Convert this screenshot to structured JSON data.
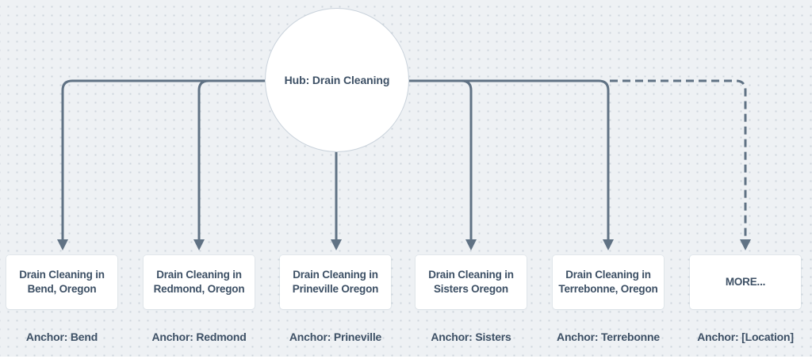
{
  "diagram": {
    "hub": {
      "label": "Hub: Drain Cleaning"
    },
    "nodes": [
      {
        "line1": "Drain Cleaning in",
        "line2": "Bend, Oregon",
        "anchor": "Anchor: Bend"
      },
      {
        "line1": "Drain Cleaning in",
        "line2": "Redmond, Oregon",
        "anchor": "Anchor: Redmond"
      },
      {
        "line1": "Drain Cleaning in",
        "line2": "Prineville Oregon",
        "anchor": "Anchor: Prineville"
      },
      {
        "line1": "Drain Cleaning in",
        "line2": "Sisters Oregon",
        "anchor": "Anchor: Sisters"
      },
      {
        "line1": "Drain Cleaning in",
        "line2": "Terrebonne, Oregon",
        "anchor": "Anchor: Terrebonne"
      },
      {
        "line1": "MORE...",
        "line2": "",
        "anchor": "Anchor: [Location]"
      }
    ],
    "colors": {
      "background": "#eef1f4",
      "grid_dot": "#cdd5dd",
      "connector": "#607284",
      "node_fill": "#ffffff",
      "hub_border": "#c9d2db",
      "text": "#3d5065"
    },
    "connector_styles": {
      "solid_targets": [
        "Bend",
        "Redmond",
        "Prineville",
        "Sisters",
        "Terrebonne"
      ],
      "dashed_target": "MORE..."
    }
  }
}
